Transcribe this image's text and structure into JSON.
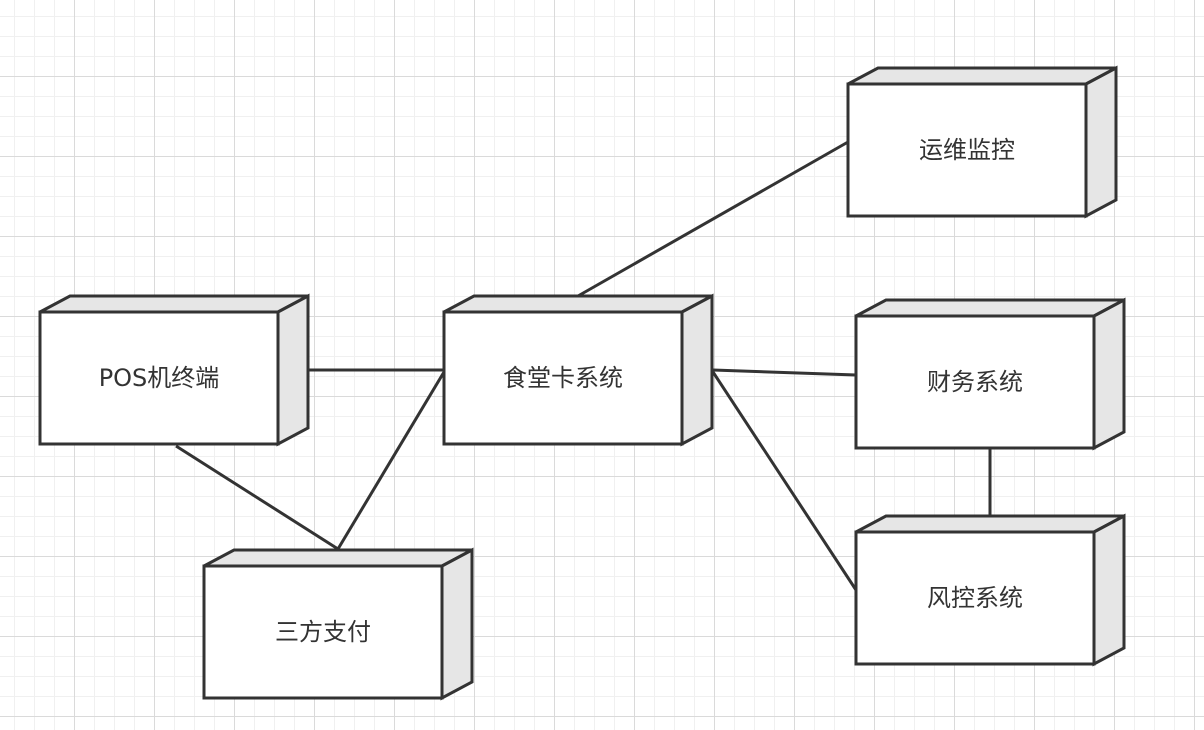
{
  "diagram": {
    "type": "deployment-diagram",
    "colors": {
      "stroke": "#333333",
      "box_fill": "#ffffff",
      "box_depth_fill": "#e6e6e6",
      "text": "#333333",
      "grid_major": "#dadada",
      "grid_minor": "#f0f0f0"
    },
    "nodes": {
      "pos": {
        "label": "POS机终端"
      },
      "canteen": {
        "label": "食堂卡系统"
      },
      "ops": {
        "label": "运维监控"
      },
      "finance": {
        "label": "财务系统"
      },
      "risk": {
        "label": "风控系统"
      },
      "payment": {
        "label": "三方支付"
      }
    },
    "edges": [
      {
        "from": "pos",
        "to": "canteen"
      },
      {
        "from": "pos",
        "to": "payment"
      },
      {
        "from": "payment",
        "to": "canteen"
      },
      {
        "from": "canteen",
        "to": "ops"
      },
      {
        "from": "canteen",
        "to": "finance"
      },
      {
        "from": "canteen",
        "to": "risk"
      },
      {
        "from": "finance",
        "to": "risk"
      }
    ]
  }
}
